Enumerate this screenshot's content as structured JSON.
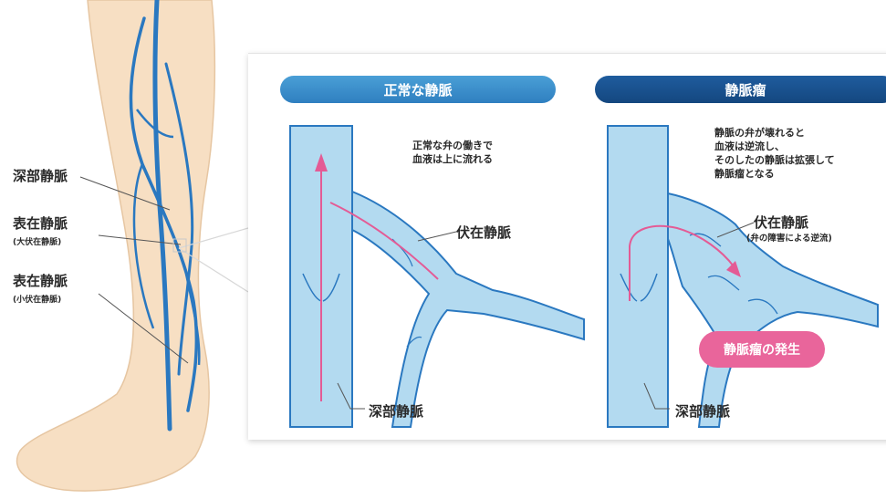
{
  "leg": {
    "labels": [
      {
        "text": "深部静脈",
        "sub": ""
      },
      {
        "text": "表在静脈",
        "sub": "(大伏在静脈)"
      },
      {
        "text": "表在静脈",
        "sub": "(小伏在静脈)"
      }
    ]
  },
  "normal_panel": {
    "title": "正常な静脈",
    "note": [
      "正常な弁の働きで",
      "血液は上に流れる"
    ],
    "branch_label": "伏在静脈",
    "trunk_label": "深部静脈"
  },
  "varix_panel": {
    "title": "静脈瘤",
    "note": [
      "静脈の弁が壊れると",
      "血液は逆流し、",
      "そのしたの静脈は拡張して",
      "静脈瘤となる"
    ],
    "branch_label": "伏在静脈",
    "branch_sub": "(弁の障害による逆流)",
    "trunk_label": "深部静脈",
    "badge": "静脈瘤の発生"
  },
  "colors": {
    "skin": "#f7dfc3",
    "vein_dark": "#2a78c0",
    "vein_light": "#b3daf0",
    "flow_arrow": "#e45b95",
    "header_normal": "#3a8fcf",
    "header_varix": "#1a5390",
    "badge": "#e9659b"
  }
}
